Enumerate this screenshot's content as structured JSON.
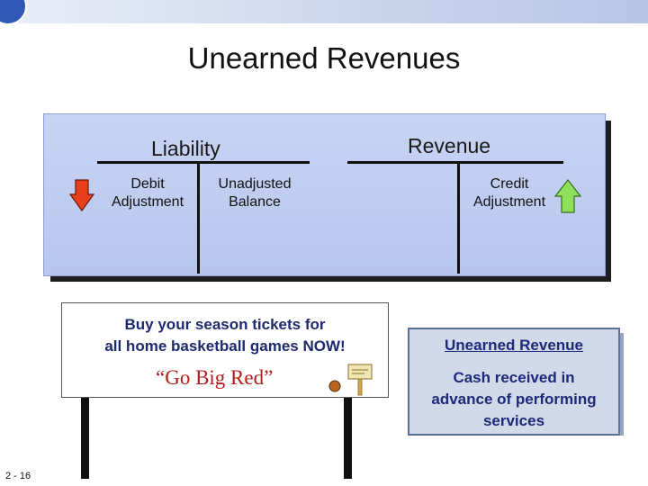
{
  "slide": {
    "title": "Unearned Revenues",
    "number": "2 - 16"
  },
  "liability_account": {
    "label": "Liability",
    "debit_label": "Debit\nAdjustment",
    "balance_label": "Unadjusted\nBalance",
    "arrow_icon": "down-arrow-icon",
    "arrow_color": "#e8401e"
  },
  "revenue_account": {
    "label": "Revenue",
    "credit_label": "Credit\nAdjustment",
    "arrow_icon": "up-arrow-icon",
    "arrow_color": "#8ee05a"
  },
  "billboard": {
    "line1": "Buy your season tickets for",
    "line2": "all home basketball games NOW!",
    "slogan": "“Go Big Red”",
    "icon": "ticket-icon"
  },
  "info_box": {
    "title": "Unearned Revenue",
    "body_line1": "Cash received in",
    "body_line2": "advance of performing",
    "body_line3": "services"
  }
}
